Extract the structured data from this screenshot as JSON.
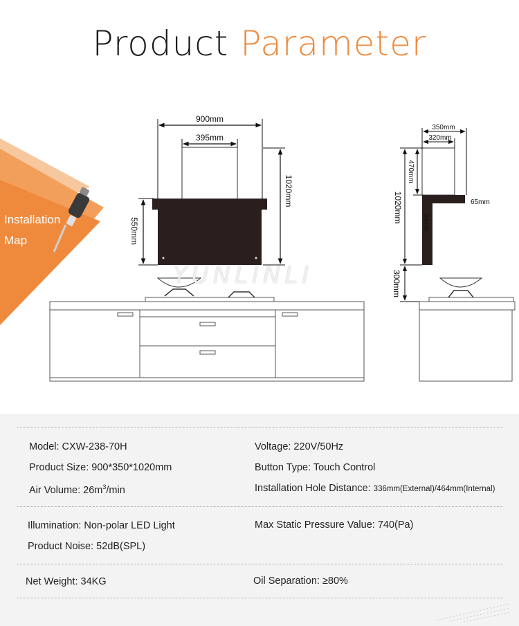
{
  "header": {
    "title_word1": "Product",
    "title_word2": "Parameter"
  },
  "installation": {
    "line1": "Installation",
    "line2": "Map"
  },
  "watermark": "YUNLINLI",
  "front_view": {
    "width_total": "900mm",
    "width_chimney": "395mm",
    "height_total": "1020mm",
    "height_body": "550mm"
  },
  "side_view": {
    "depth_total": "350mm",
    "depth_chimney": "320mm",
    "height_chimney": "470mm",
    "height_total": "1020mm",
    "panel_thickness": "65mm",
    "body_depth": "64mm",
    "clearance": "300mm"
  },
  "colors": {
    "accent": "#ef8a3c",
    "hood": "#2a1f1e",
    "panel_bg": "#f3f3f3"
  },
  "params": {
    "model": "Model: CXW-238-70H",
    "size": "Product Size: 900*350*1020mm",
    "air_volume_prefix": "Air Volume: 26m",
    "air_volume_sup": "3",
    "air_volume_suffix": "/min",
    "voltage": "Voltage: 220V/50Hz",
    "button_type": "Button Type: Touch Control",
    "hole_distance_label": "Installation Hole Distance: ",
    "hole_distance_value": "336mm(External)/464mm(Internal)",
    "illumination": "Illumination: Non-polar LED Light",
    "noise": "Product Noise: 52dB(SPL)",
    "static_pressure": "Max Static Pressure Value: 740(Pa)",
    "net_weight": "Net Weight: 34KG",
    "oil_separation": "Oil Separation: ≥80%"
  }
}
